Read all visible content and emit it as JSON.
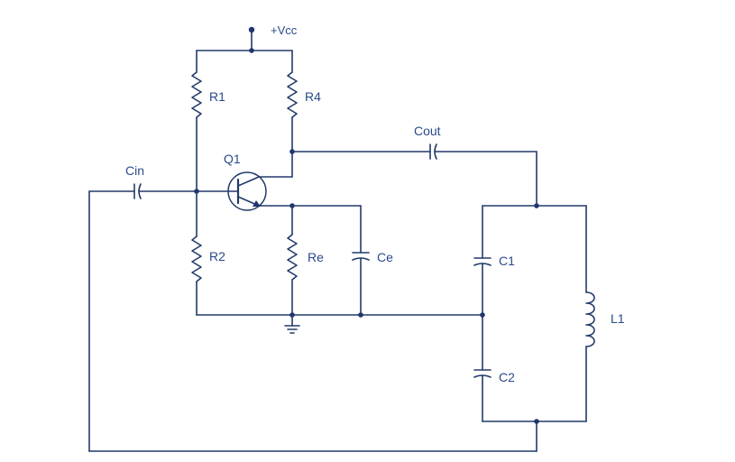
{
  "supply": {
    "label": "+Vcc"
  },
  "components": {
    "r1": "R1",
    "r2": "R2",
    "r4": "R4",
    "re": "Re",
    "ce": "Ce",
    "cin": "Cin",
    "cout": "Cout",
    "q1": "Q1",
    "c1": "C1",
    "c2": "C2",
    "l1": "L1"
  },
  "colors": {
    "wire": "#223a6a",
    "label": "#2a4a8a",
    "node": "#1f3470"
  }
}
